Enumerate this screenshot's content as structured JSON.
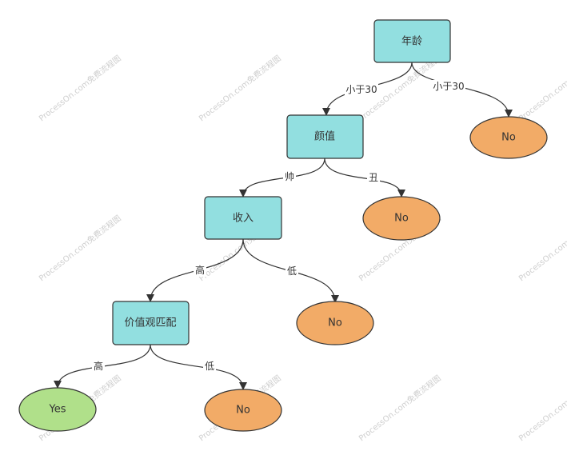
{
  "colors": {
    "rect_fill": "#92dfe0",
    "yes_fill": "#b0e08a",
    "no_fill": "#f2ab67",
    "stroke": "#333333",
    "edge": "#333333"
  },
  "watermark": "ProcessOn.com免费流程图",
  "nodes": {
    "age": "年龄",
    "looks": "颜值",
    "no1": "No",
    "income": "收入",
    "no2": "No",
    "values": "价值观匹配",
    "no3": "No",
    "yes": "Yes",
    "no4": "No"
  },
  "edges": {
    "age_looks": "小于30",
    "age_no1": "小于30",
    "looks_income": "帅",
    "looks_no2": "丑",
    "income_values": "高",
    "income_no3": "低",
    "values_yes": "高",
    "values_no4": "低"
  }
}
